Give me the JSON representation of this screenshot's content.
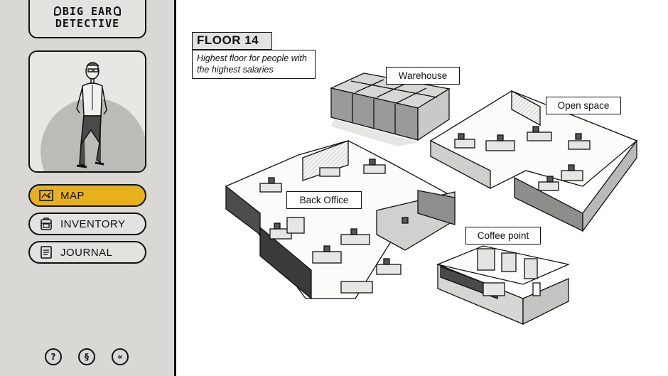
{
  "logo": {
    "line1": "BIG EAR",
    "line2": "DETECTIVE"
  },
  "nav": {
    "map": "MAP",
    "inventory": "INVENTORY",
    "journal": "JOURNAL"
  },
  "footer": {
    "help": "?",
    "link": "§",
    "collapse": "«"
  },
  "floor": {
    "title": "FLOOR 14",
    "subtitle": "Highest floor for people with the highest salaries"
  },
  "rooms": {
    "warehouse": "Warehouse",
    "open_space": "Open space",
    "back_office": "Back Office",
    "coffee_point": "Coffee point"
  },
  "colors": {
    "sidebar_bg": "#d9d8d4",
    "active_nav": "#e7b01d",
    "outline": "#111111"
  },
  "icons": {
    "map": "map-icon",
    "inventory": "backpack-icon",
    "journal": "notebook-icon"
  }
}
